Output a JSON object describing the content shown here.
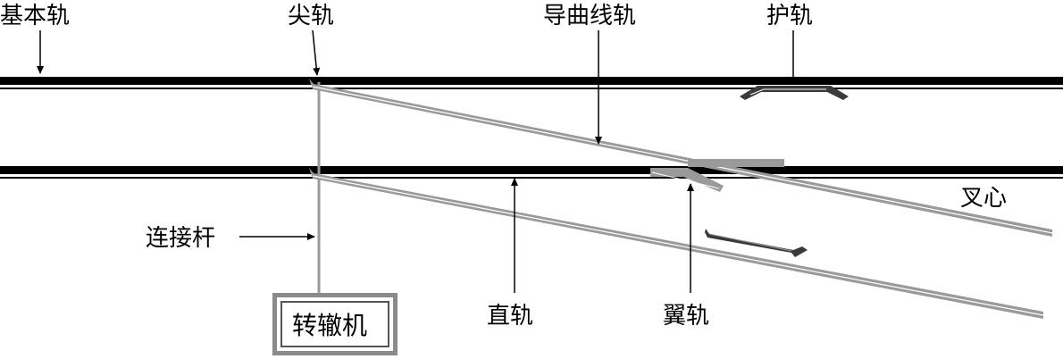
{
  "labels": {
    "stock_rail": "基本轨",
    "switch_rail": "尖轨",
    "lead_curve_rail": "导曲线轨",
    "guard_rail": "护轨",
    "frog": "叉心",
    "connecting_rod": "连接杆",
    "straight_rail": "直轨",
    "wing_rail": "翼轨",
    "switch_machine": "转辙机"
  },
  "colors": {
    "rail": "#000000",
    "movable_rail": "#9a9a9a",
    "guard_rail": "#3a3a3a",
    "background": "#ffffff"
  }
}
